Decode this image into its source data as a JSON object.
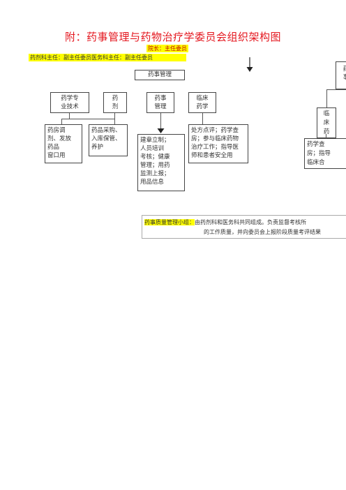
{
  "title": "附：药事管理与药物治疗学委员会组织架构图",
  "roles": {
    "director": "院长：主任委员",
    "deputy": "药剂科主任：副主任委员医务科主任：副主任委员"
  },
  "center": {
    "label": "药事管理"
  },
  "sections": [
    {
      "label": "药学专业技术",
      "lines": [
        "药学专",
        "业技术"
      ]
    },
    {
      "label": "药剂",
      "lines": [
        "药",
        "剂"
      ]
    },
    {
      "label": "药事管理",
      "lines": [
        "药事",
        "管理"
      ]
    },
    {
      "label": "临床药学",
      "lines": [
        "临床",
        "药学"
      ]
    }
  ],
  "details": [
    {
      "lines": [
        "药房调",
        "剂、发放",
        "药品",
        "窗口用"
      ]
    },
    {
      "lines": [
        "药品采购、",
        "入库保管、",
        "养护"
      ]
    },
    {
      "lines": [
        "建章立制；",
        "人员培训",
        "考核；健康",
        "管理；用药",
        "监测上报；",
        "用品信息"
      ]
    },
    {
      "lines": [
        "处方点评；药学查",
        "房；参与临床药物",
        "治疗工作；指导医",
        "师和患者安全用"
      ]
    }
  ],
  "right": {
    "top_box": [
      "药",
      "事"
    ],
    "mid_box": [
      "临",
      "床",
      "药"
    ],
    "detail_box": [
      "药学查",
      "房；指导",
      "临床合"
    ]
  },
  "qc": {
    "label": "药事质量管理小组：",
    "line1": "由药剂科和医务科共同组成。负责监督考核所",
    "line2": "的工作质量，并向委员会上报阶段质量考评结果"
  }
}
